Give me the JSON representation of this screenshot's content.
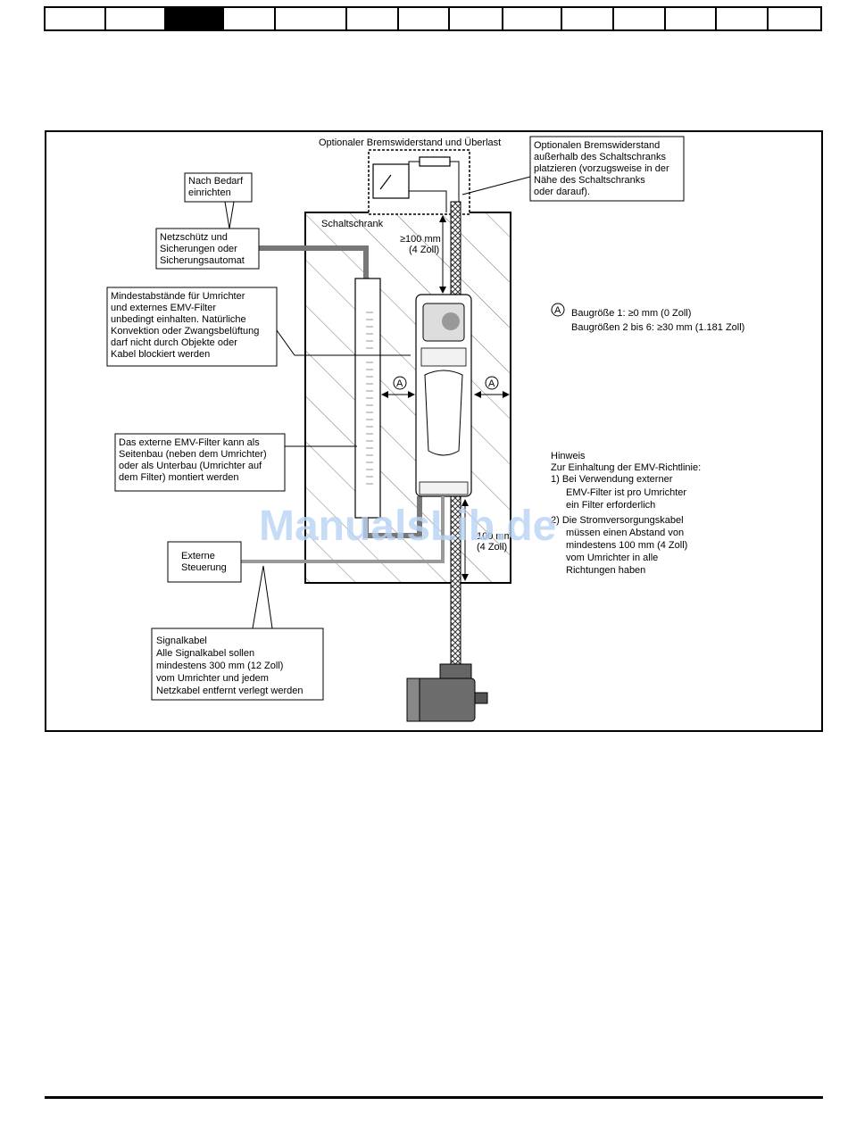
{
  "header": {
    "tab_count": 14,
    "active_tab_index": 2
  },
  "diagram": {
    "brake_resistor_label": "Optionaler Bremswiderstand und Überlast",
    "brake_callout": [
      "Optionalen Bremswiderstand",
      "außerhalb des Schaltschranks",
      "platzieren (vorzugsweise in der",
      "Nähe des Schaltschranks",
      "oder darauf)."
    ],
    "as_needed_callout": [
      "Nach Bedarf",
      "einrichten"
    ],
    "contactor_callout": [
      "Netzschütz und",
      "Sicherungen oder",
      "Sicherungsautomat"
    ],
    "cabinet_label": "Schaltschrank",
    "top_clearance": [
      "≥100 mm",
      "(4 Zoll)"
    ],
    "bottom_clearance": [
      "100 mm",
      "(4 Zoll)"
    ],
    "clearance_callout": [
      "Mindestabstände für Umrichter",
      "und externes EMV-Filter",
      "unbedingt einhalten. Natürliche",
      "Konvektion oder Zwangsbelüftung",
      "darf nicht durch Objekte oder",
      "Kabel blockiert werden"
    ],
    "marker_a": "A",
    "size_note": {
      "marker": "A",
      "line1": "Baugröße 1: ≥0 mm (0 Zoll)",
      "line2": "Baugrößen 2 bis 6: ≥30 mm (1.181 Zoll)"
    },
    "filter_callout": [
      "Das externe EMV-Filter kann als",
      "Seitenbau (neben dem Umrichter)",
      "oder als Unterbau (Umrichter auf",
      "dem Filter) montiert werden"
    ],
    "note": {
      "title": "Hinweis",
      "intro": "Zur Einhaltung der EMV-Richtlinie:",
      "item1": [
        "1)  Bei Verwendung externer",
        "EMV-Filter ist pro Umrichter",
        "ein Filter erforderlich"
      ],
      "item2": [
        "2)  Die Stromversorgungskabel",
        "müssen einen Abstand von",
        "mindestens 100 mm (4 Zoll)",
        "vom Umrichter in alle",
        "Richtungen haben"
      ]
    },
    "external_control_callout": [
      "Externe",
      "Steuerung"
    ],
    "signal_callout": [
      "Signalkabel",
      "Alle Signalkabel sollen",
      "mindestens 300 mm (12 Zoll)",
      "vom Umrichter und jedem",
      "Netzkabel entfernt verlegt werden"
    ],
    "watermark": "ManualsLib.de"
  }
}
